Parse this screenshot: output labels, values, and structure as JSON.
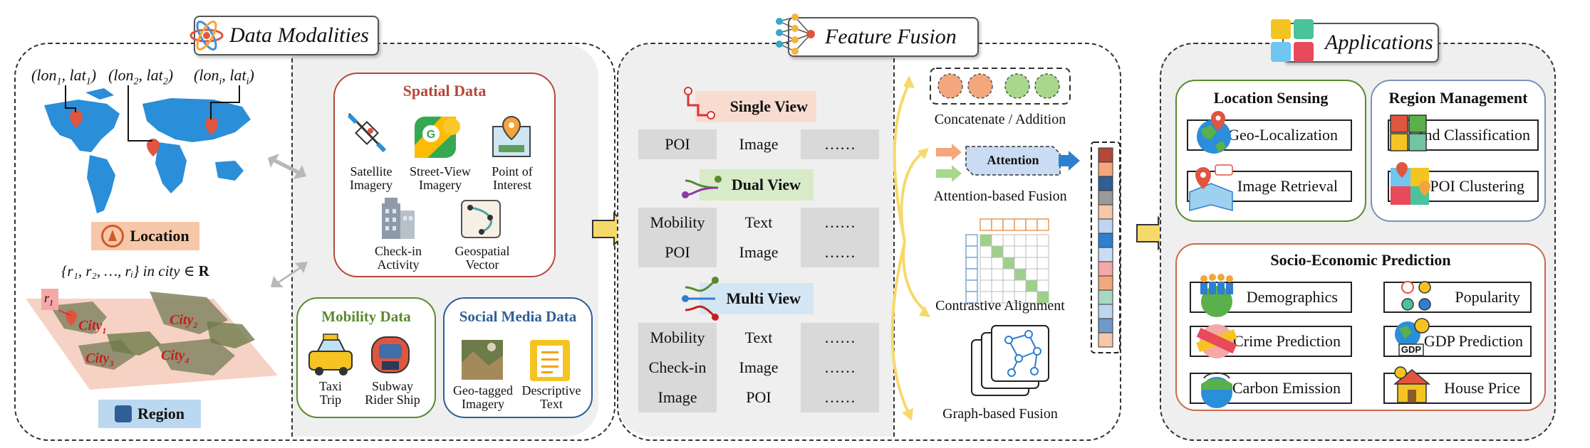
{
  "sections": {
    "data_modalities": "Data Modalities",
    "feature_fusion": "Feature Fusion",
    "applications": "Applications"
  },
  "location": {
    "coord1_base": "(lon",
    "coord1_sub": "1",
    "coord1_mid": ", lat",
    "coord1_sub2": "1",
    "coord1_end": ")",
    "coord2_base": "(lon",
    "coord2_sub": "2",
    "coord2_mid": ", lat",
    "coord2_sub2": "2",
    "coord2_end": ")",
    "coordi_base": "(lon",
    "coordi_sub": "i",
    "coordi_mid": ", lat",
    "coordi_sub2": "i",
    "coordi_end": ")",
    "label": "Location"
  },
  "region": {
    "set_text": "{r₁, r₂, …, rᵢ} in city ∈ ",
    "set_bold": "R",
    "r1_label": "r",
    "r1_sub": "1",
    "city1": "City",
    "city1_sub": "1",
    "city2": "City",
    "city2_sub": "2",
    "city3": "City",
    "city3_sub": "3",
    "city4": "City",
    "city4_sub": "4",
    "label": "Region"
  },
  "spatial_data": {
    "title": "Spatial Data",
    "items": [
      {
        "line1": "Satellite",
        "line2": "Imagery"
      },
      {
        "line1": "Street-View",
        "line2": "Imagery"
      },
      {
        "line1": "Point of",
        "line2": "Interest"
      },
      {
        "line1": "Check-in",
        "line2": "Activity"
      },
      {
        "line1": "Geospatial",
        "line2": "Vector"
      }
    ]
  },
  "mobility_data": {
    "title": "Mobility Data",
    "items": [
      {
        "line1": "Taxi",
        "line2": "Trip"
      },
      {
        "line1": "Subway",
        "line2": "Rider Ship"
      }
    ]
  },
  "social_media_data": {
    "title": "Social Media Data",
    "items": [
      {
        "line1": "Geo-tagged",
        "line2": "Imagery"
      },
      {
        "line1": "Descriptive",
        "line2": "Text"
      }
    ]
  },
  "views": {
    "single": {
      "title": "Single View",
      "rows": [
        [
          "POI",
          "Image",
          "……"
        ]
      ]
    },
    "dual": {
      "title": "Dual View",
      "rows": [
        [
          "Mobility",
          "Text",
          "……"
        ],
        [
          "POI",
          "Image",
          "……"
        ]
      ]
    },
    "multi": {
      "title": "Multi View",
      "rows": [
        [
          "Mobility",
          "Text",
          "……"
        ],
        [
          "Check-in",
          "Image",
          "……"
        ],
        [
          "Image",
          "POI",
          "……"
        ]
      ]
    }
  },
  "fusion": {
    "concat": "Concatenate / Addition",
    "attention_box": "Attention",
    "attention": "Attention-based Fusion",
    "contrastive": "Contrastive Alignment",
    "graph": "Graph-based Fusion"
  },
  "applications": {
    "location_sensing": {
      "title": "Location Sensing",
      "items": [
        "Geo-Localization",
        "Image Retrieval"
      ]
    },
    "region_management": {
      "title": "Region Management",
      "items": [
        "Land Classification",
        "POI Clustering"
      ]
    },
    "socio_economic": {
      "title": "Socio-Economic Prediction",
      "items": [
        "Demographics",
        "Popularity",
        "Crime Prediction",
        "GDP Prediction",
        "Carbon Emission",
        "House Price"
      ],
      "gdp_badge": "GDP"
    }
  },
  "colors": {
    "spatial": "#b5473a",
    "mobility": "#5a8a2e",
    "social": "#2e5f96",
    "location_bg": "#f6c7a8",
    "region_bg": "#bcd8f0",
    "arrow_yellow": "#f6d96b"
  }
}
